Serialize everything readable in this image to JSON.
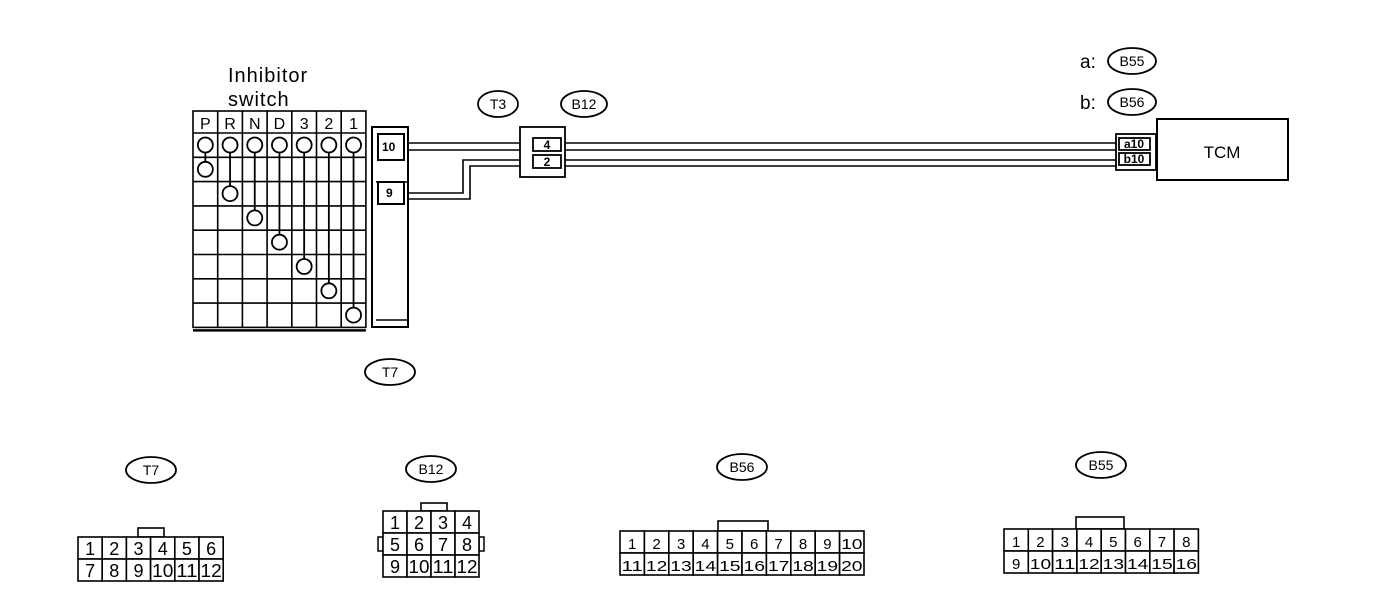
{
  "inhibitor_switch": {
    "title_line1": "Inhibitor",
    "title_line2": "switch",
    "positions": [
      "P",
      "R",
      "N",
      "D",
      "3",
      "2",
      "1"
    ]
  },
  "harness": {
    "pin_10": "10",
    "pin_9": "9",
    "t7_label": "T7",
    "t3_label": "T3",
    "b12_label": "B12",
    "t3_pin_top": "4",
    "t3_pin_bottom": "2"
  },
  "tcm": {
    "label": "TCM",
    "pin_a": "a10",
    "pin_b": "b10",
    "conn_a_prefix": "a:",
    "conn_a_name": "B55",
    "conn_b_prefix": "b:",
    "conn_b_name": "B56"
  },
  "connectors": {
    "t7": {
      "name": "T7",
      "row1": [
        "1",
        "2",
        "3",
        "4",
        "5",
        "6"
      ],
      "row2": [
        "7",
        "8",
        "9",
        "10",
        "11",
        "12"
      ]
    },
    "b12": {
      "name": "B12",
      "row1": [
        "1",
        "2",
        "3",
        "4"
      ],
      "row2": [
        "5",
        "6",
        "7",
        "8"
      ],
      "row3": [
        "9",
        "10",
        "11",
        "12"
      ]
    },
    "b56": {
      "name": "B56",
      "row1": [
        "1",
        "2",
        "3",
        "4",
        "5",
        "6",
        "7",
        "8",
        "9",
        "10"
      ],
      "row2": [
        "11",
        "12",
        "13",
        "14",
        "15",
        "16",
        "17",
        "18",
        "19",
        "20"
      ]
    },
    "b55": {
      "name": "B55",
      "row1": [
        "1",
        "2",
        "3",
        "4",
        "5",
        "6",
        "7",
        "8"
      ],
      "row2": [
        "9",
        "10",
        "11",
        "12",
        "13",
        "14",
        "15",
        "16"
      ]
    }
  }
}
